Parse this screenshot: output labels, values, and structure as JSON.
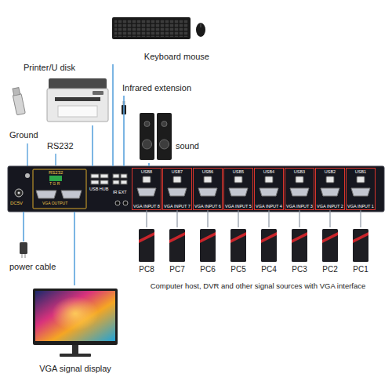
{
  "diagram": {
    "nodes": [
      {
        "text": [
          "Keyboard mouse"
        ]
      },
      {
        "text": [
          "Printer/U disk"
        ]
      },
      {
        "text": [
          "Infrared extension"
        ]
      },
      {
        "text": [
          "sound"
        ]
      },
      {
        "text": [
          "DC5V",
          "RS232",
          "T G R",
          "USB HUB",
          "IR EXT",
          "VGA OUTPUT"
        ]
      },
      {
        "text": [
          "USB8",
          "VGA INPUT 8"
        ],
        "in": 4
      },
      {
        "text": [
          "USB7",
          "VGA INPUT 7"
        ],
        "in": 4
      },
      {
        "text": [
          "USB6",
          "VGA INPUT 6"
        ],
        "in": 4
      },
      {
        "text": [
          "USB5",
          "VGA INPUT 5"
        ],
        "in": 4
      },
      {
        "text": [
          "USB4",
          "VGA INPUT 4"
        ],
        "in": 4
      },
      {
        "text": [
          "USB3",
          "VGA INPUT 3"
        ],
        "in": 4
      },
      {
        "text": [
          "USB2",
          "VGA INPUT 2"
        ],
        "in": 4
      },
      {
        "text": [
          "USB1",
          "VGA INPUT 1"
        ],
        "in": 4
      },
      {
        "text": [
          "PC8"
        ]
      },
      {
        "text": [
          "PC7"
        ]
      },
      {
        "text": [
          "PC6"
        ]
      },
      {
        "text": [
          "PC5"
        ]
      },
      {
        "text": [
          "PC4"
        ]
      },
      {
        "text": [
          "PC3"
        ]
      },
      {
        "text": [
          "PC2"
        ]
      },
      {
        "text": [
          "PC1"
        ]
      },
      {
        "text": [
          "power cable"
        ]
      },
      {
        "text": [
          "VGA signal display"
        ]
      }
    ],
    "edges": [
      {
        "from": 0,
        "to": 4,
        "arrow": "none"
      },
      {
        "from": 1,
        "to": 4,
        "arrow": "none"
      },
      {
        "from": 2,
        "to": 4,
        "arrow": "none"
      },
      {
        "from": 3,
        "to": 4,
        "arrow": "none"
      },
      {
        "from": 5,
        "to": 13,
        "arrow": "none"
      },
      {
        "from": 6,
        "to": 14,
        "arrow": "none"
      },
      {
        "from": 7,
        "to": 15,
        "arrow": "none"
      },
      {
        "from": 8,
        "to": 16,
        "arrow": "none"
      },
      {
        "from": 9,
        "to": 17,
        "arrow": "none"
      },
      {
        "from": 10,
        "to": 18,
        "arrow": "none"
      },
      {
        "from": 11,
        "to": 19,
        "arrow": "none"
      },
      {
        "from": 12,
        "to": 20,
        "arrow": "none"
      },
      {
        "from": 21,
        "to": 4,
        "arrow": "none"
      },
      {
        "from": 4,
        "to": 22,
        "arrow": "none"
      }
    ],
    "labels": [
      "Ground",
      "RS232",
      "Computer host, DVR and other signal sources with VGA interface"
    ]
  }
}
